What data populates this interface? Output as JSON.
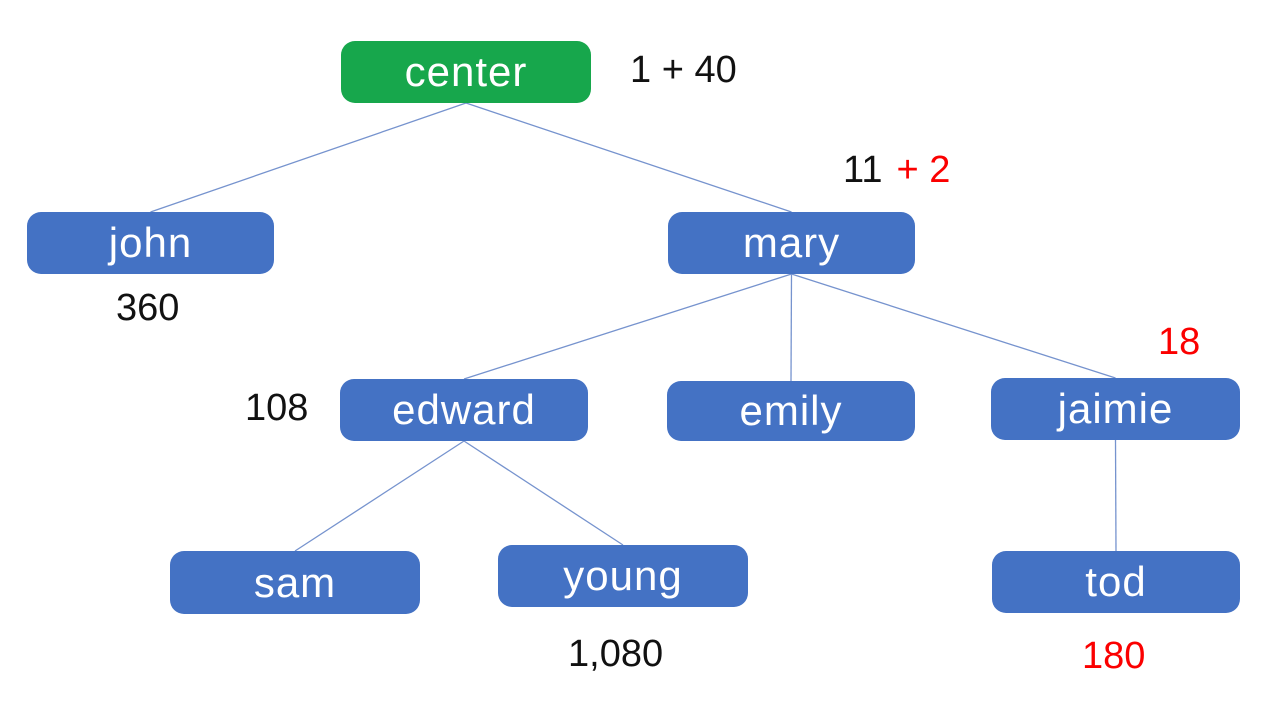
{
  "diagram": {
    "nodes": {
      "center": {
        "label": "center",
        "role": "root"
      },
      "john": {
        "label": "john",
        "role": "child"
      },
      "mary": {
        "label": "mary",
        "role": "child"
      },
      "edward": {
        "label": "edward",
        "role": "child"
      },
      "emily": {
        "label": "emily",
        "role": "child"
      },
      "jaimie": {
        "label": "jaimie",
        "role": "child"
      },
      "sam": {
        "label": "sam",
        "role": "child"
      },
      "young": {
        "label": "young",
        "role": "child"
      },
      "tod": {
        "label": "tod",
        "role": "child"
      }
    },
    "edges": [
      {
        "from": "center",
        "to": "john"
      },
      {
        "from": "center",
        "to": "mary"
      },
      {
        "from": "mary",
        "to": "edward"
      },
      {
        "from": "mary",
        "to": "emily"
      },
      {
        "from": "mary",
        "to": "jaimie"
      },
      {
        "from": "edward",
        "to": "sam"
      },
      {
        "from": "edward",
        "to": "young"
      },
      {
        "from": "jaimie",
        "to": "tod"
      }
    ],
    "annotations": {
      "center_value": "1 + 40",
      "john_value": "360",
      "mary_value": "11",
      "mary_value_added": "+ 2",
      "edward_value": "108",
      "jaimie_value": "18",
      "young_value": "1,080",
      "tod_value": "180"
    },
    "colors": {
      "root_node": "#17a74c",
      "node": "#4472c4",
      "node_text": "#ffffff",
      "edge": "#7693ce",
      "annotation": "#111111",
      "annotation_highlight": "#fb0000"
    }
  }
}
